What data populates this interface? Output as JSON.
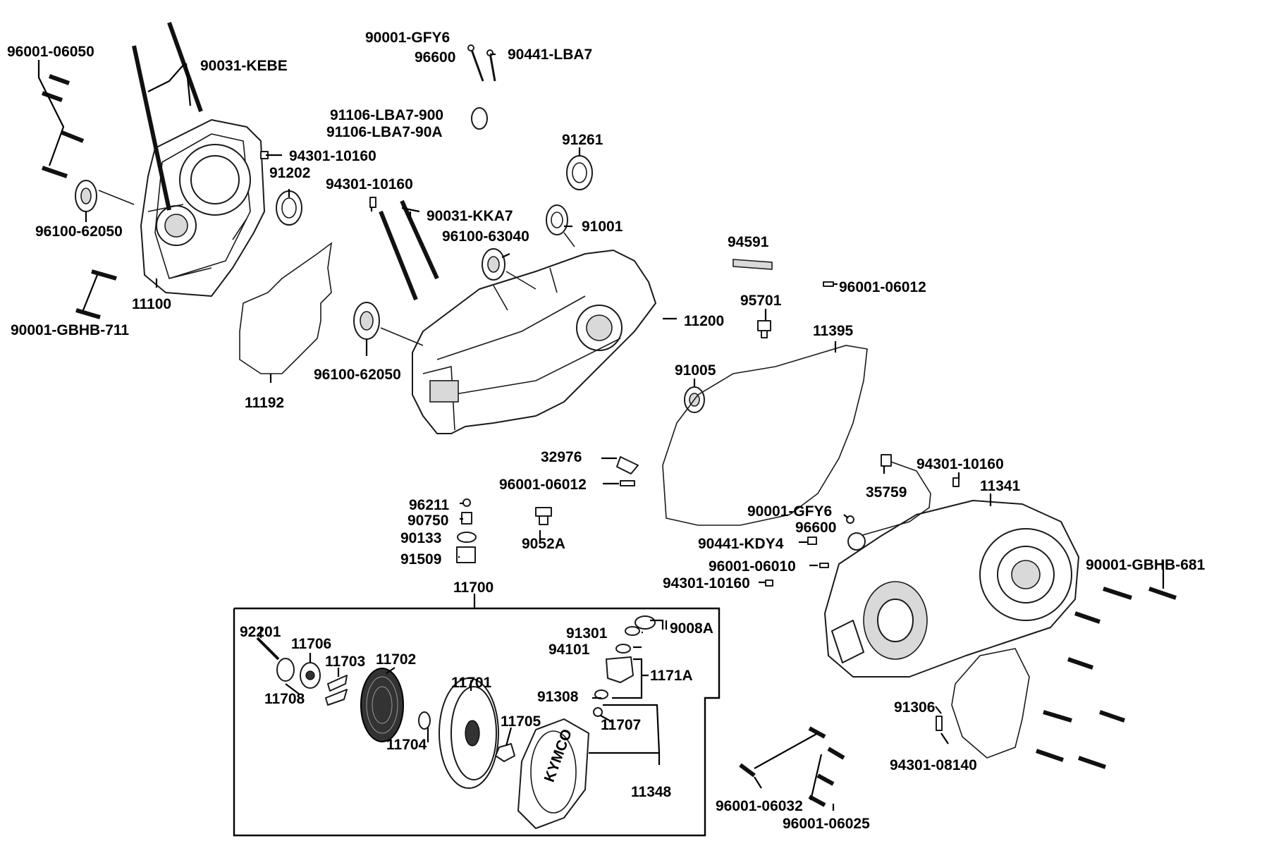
{
  "diagram": {
    "labels": {
      "l_96001_06050": "96001-06050",
      "l_90031_kebe": "90031-KEBE",
      "l_90001_gfy6_top": "90001-GFY6",
      "l_96600_top": "96600",
      "l_90441_lba7": "90441-LBA7",
      "l_91106_900": "91106-LBA7-900",
      "l_91106_90a": "91106-LBA7-90A",
      "l_94301_a": "94301-10160",
      "l_91202": "91202",
      "l_94301_b": "94301-10160",
      "l_90031_kka7": "90031-KKA7",
      "l_91261": "91261",
      "l_91001": "91001",
      "l_96100_62050_a": "96100-62050",
      "l_96100_63040": "96100-63040",
      "l_94591": "94591",
      "l_96001_06012_a": "96001-06012",
      "l_90001_gbhb_711": "90001-GBHB-711",
      "l_11100": "11100",
      "l_95701": "95701",
      "l_11200": "11200",
      "l_11395": "11395",
      "l_96100_62050_b": "96100-62050",
      "l_91005": "91005",
      "l_11192": "11192",
      "l_32976": "32976",
      "l_96001_06012_b": "96001-06012",
      "l_94301_c": "94301-10160",
      "l_35759": "35759",
      "l_11341": "11341",
      "l_96211": "96211",
      "l_90750": "90750",
      "l_90133": "90133",
      "l_9052a": "9052A",
      "l_91509": "91509",
      "l_90001_gfy6_mid": "90001-GFY6",
      "l_96600_mid": "96600",
      "l_90441_kdy4": "90441-KDY4",
      "l_96001_06010": "96001-06010",
      "l_94301_d": "94301-10160",
      "l_90001_gbhb_681": "90001-GBHB-681",
      "l_11700": "11700",
      "l_92201": "92201",
      "l_11706": "11706",
      "l_11703": "11703",
      "l_11702": "11702",
      "l_11701": "11701",
      "l_91301": "91301",
      "l_9008a": "9008A",
      "l_94101": "94101",
      "l_1171a": "1171A",
      "l_11708": "11708",
      "l_91308": "91308",
      "l_11705": "11705",
      "l_11707": "11707",
      "l_11704": "11704",
      "l_11348": "11348",
      "l_91306": "91306",
      "l_94301_08140": "94301-08140",
      "l_96001_06032": "96001-06032",
      "l_96001_06025": "96001-06025"
    },
    "cover_brand": "KYMCO"
  }
}
